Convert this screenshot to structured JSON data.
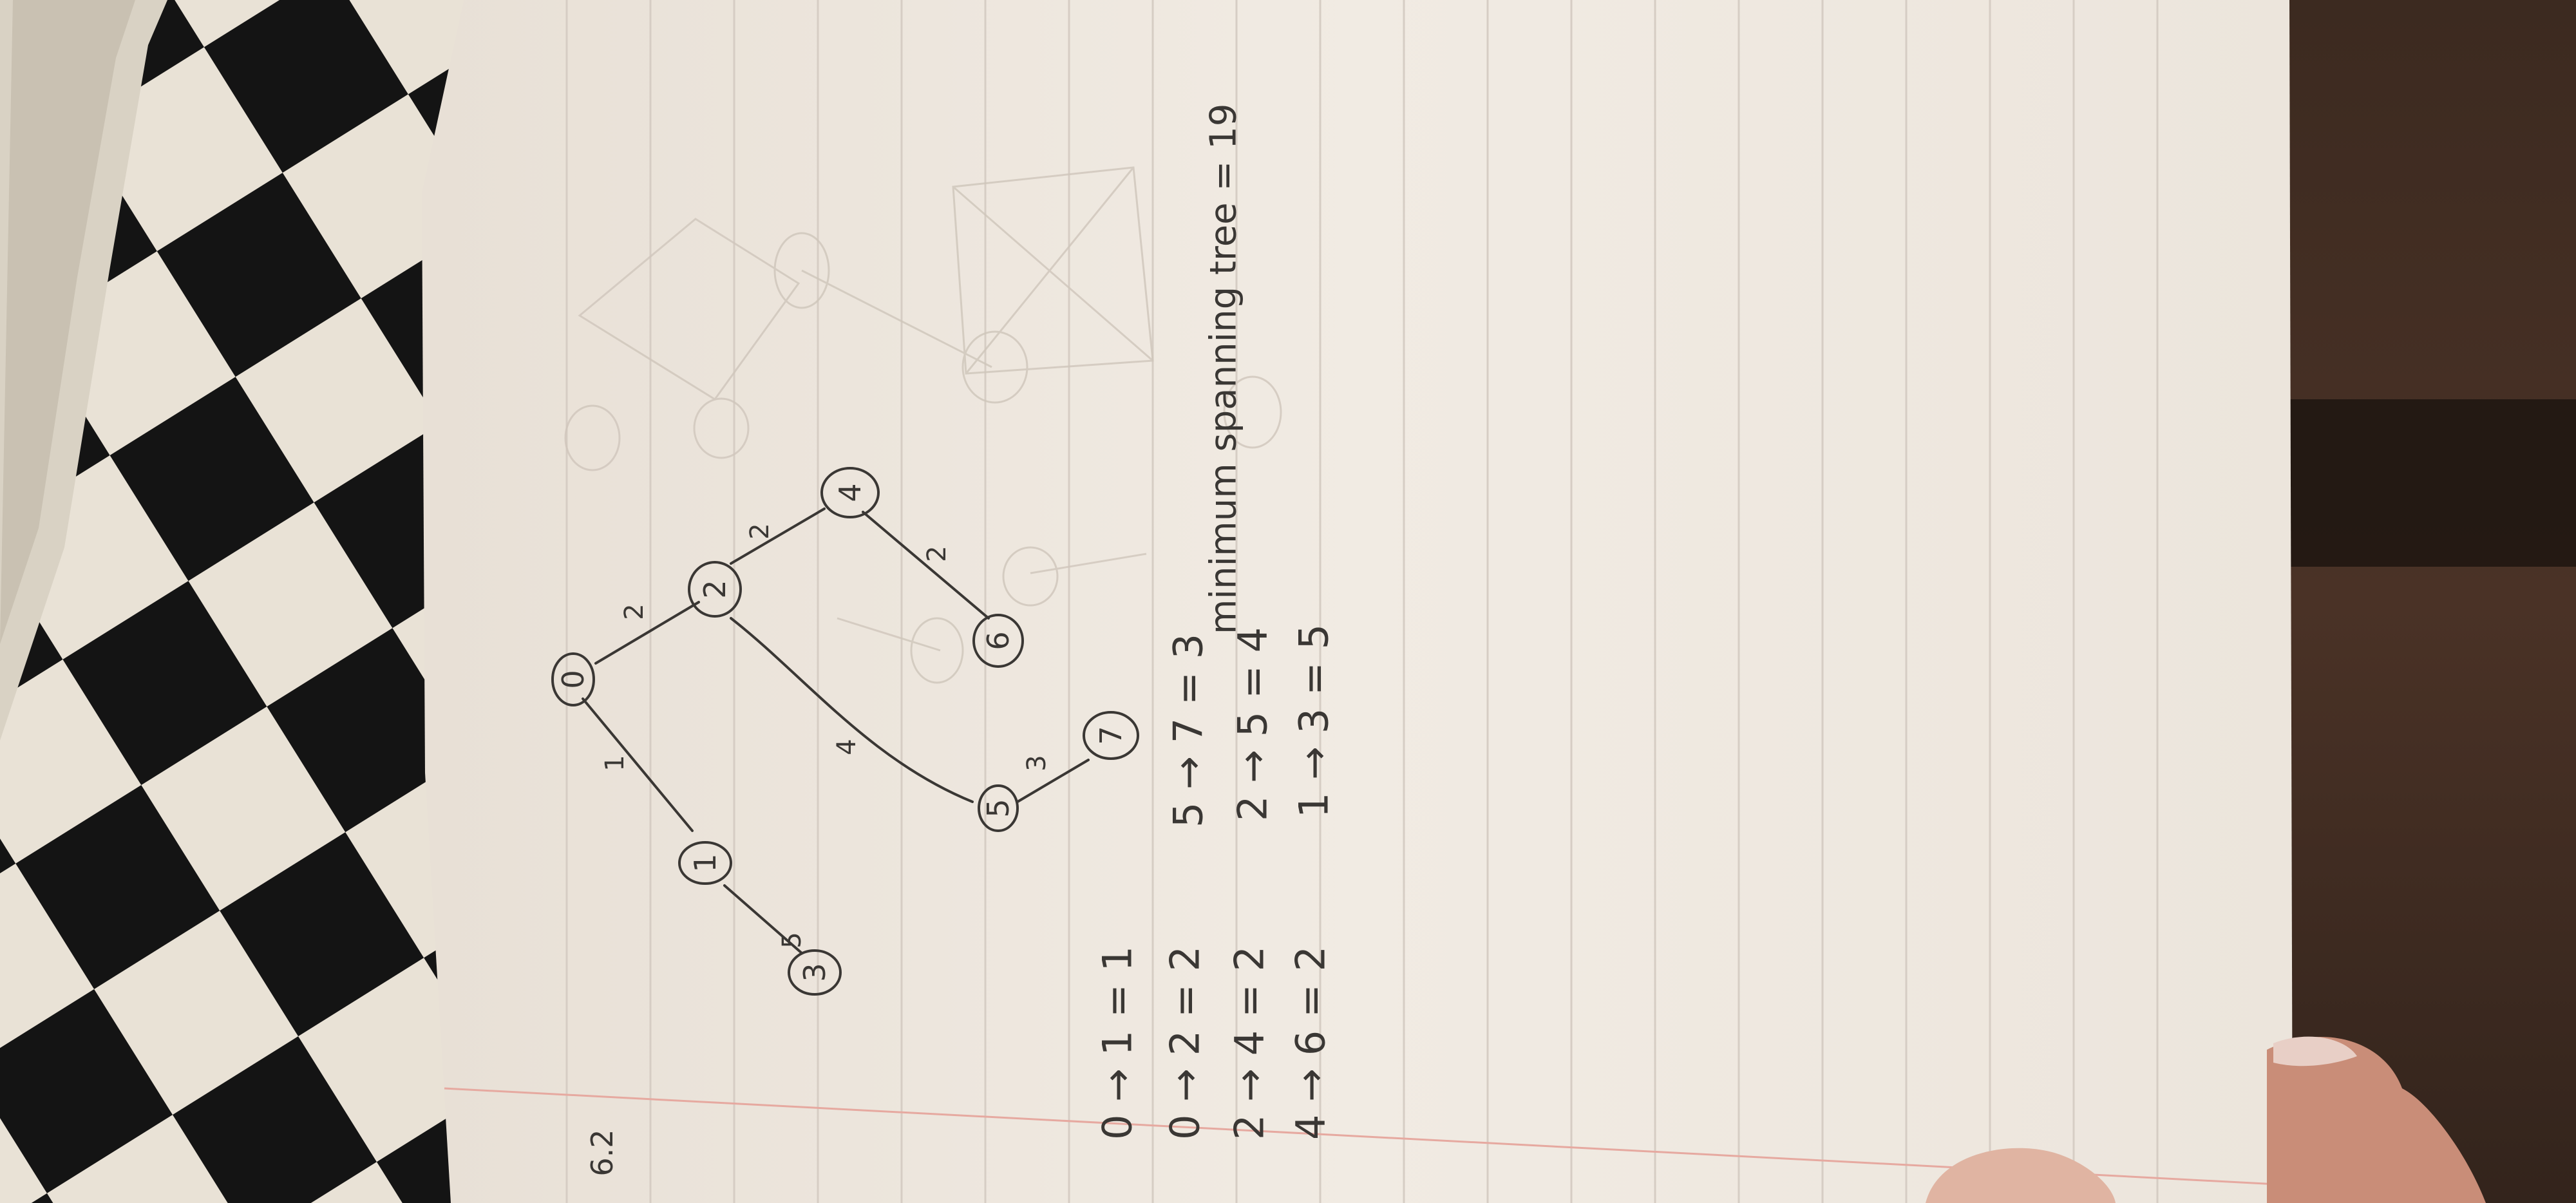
{
  "page": {
    "label": "6.2",
    "graph": {
      "nodes": [
        "0",
        "1",
        "2",
        "3",
        "4",
        "5",
        "6",
        "7"
      ],
      "edges": [
        {
          "from": "0",
          "to": "2",
          "weight": "2"
        },
        {
          "from": "0",
          "to": "1",
          "weight": "1"
        },
        {
          "from": "1",
          "to": "3",
          "weight": "5"
        },
        {
          "from": "2",
          "to": "4",
          "weight": "2"
        },
        {
          "from": "2",
          "to": "5",
          "weight": "4"
        },
        {
          "from": "4",
          "to": "6",
          "weight": "2"
        },
        {
          "from": "5",
          "to": "7",
          "weight": "3"
        }
      ]
    },
    "edge_list": {
      "column_1": [
        "0 → 1 = 1",
        "0 → 2 = 2",
        "2 → 4 = 2",
        "4 → 6 = 2"
      ],
      "column_2": [
        "5 → 7 = 3",
        "2 → 5 = 4",
        "1 → 3 = 5"
      ]
    },
    "summary": "minimum spanning tree = 19"
  },
  "colors": {
    "paper": "#efe8df",
    "ink": "#3a3734",
    "rule_line": "#d6cdc4",
    "margin_line": "#e6a9a0",
    "board_dark": "#141414",
    "board_light": "#e9e2d6"
  }
}
